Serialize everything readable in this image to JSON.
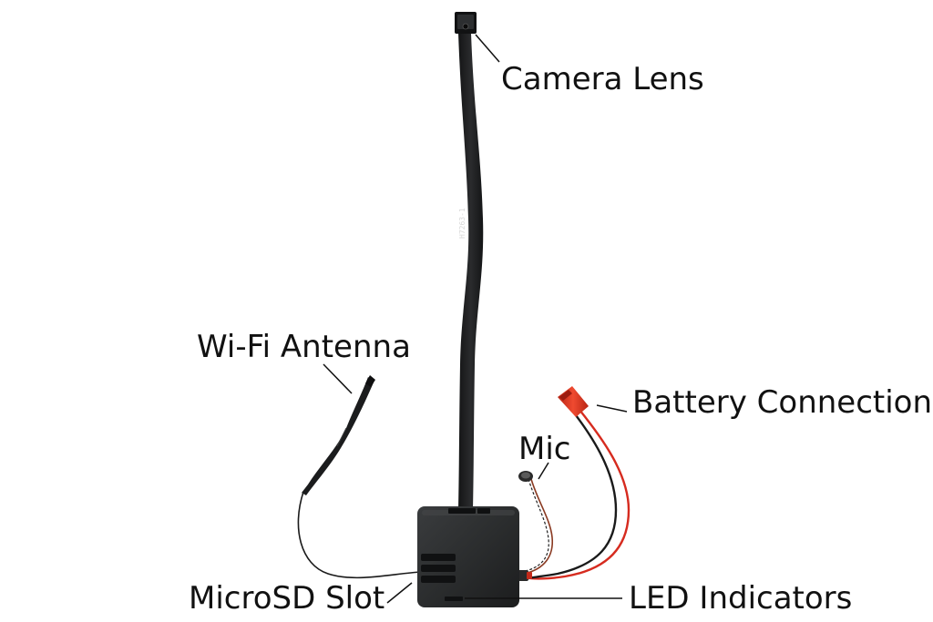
{
  "labels": {
    "camera_lens": "Camera Lens",
    "wifi_antenna": "Wi-Fi Antenna",
    "battery_connection": "Battery Connection",
    "mic": "Mic",
    "microsd_slot": "MicroSD Slot",
    "led_indicators": "LED Indicators"
  },
  "cable_print": "H7263-1",
  "colors": {
    "device_body": "#2b2d2e",
    "ribbon": "#1e1f21",
    "wire_red": "#d62b1f",
    "wire_black": "#1a1a1a",
    "connector_red": "#e0321e",
    "label_text": "#111111",
    "leader_line": "#111111"
  }
}
